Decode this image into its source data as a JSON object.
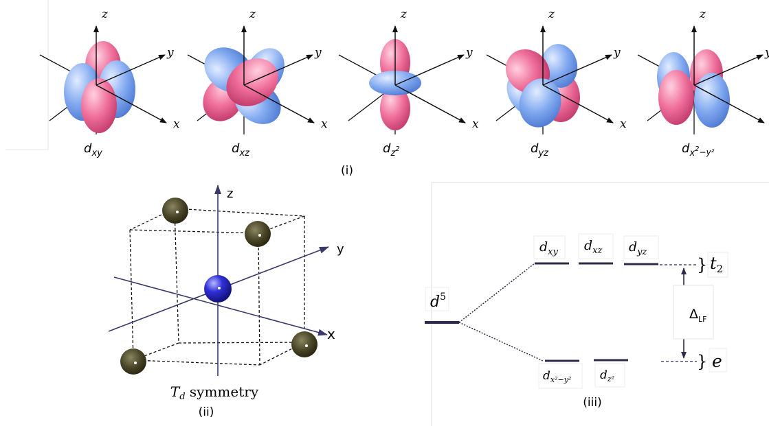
{
  "panel_i": {
    "label": "(i)",
    "axis_labels": {
      "x": "x",
      "y": "y",
      "z": "z"
    },
    "orbitals": [
      {
        "id": "dxy",
        "base": "d",
        "sub": "xy",
        "sup": "",
        "sub2": ""
      },
      {
        "id": "dxz",
        "base": "d",
        "sub": "xz",
        "sup": "",
        "sub2": ""
      },
      {
        "id": "dz2",
        "base": "d",
        "sub": "z",
        "sup": "2",
        "sub2": ""
      },
      {
        "id": "dyz",
        "base": "d",
        "sub": "yz",
        "sup": "",
        "sub2": ""
      },
      {
        "id": "dx2y2",
        "base": "d",
        "sub": "x",
        "sup": "2",
        "sub2": "−y²"
      }
    ],
    "colors": {
      "positive_lobe": "#e8628f",
      "negative_lobe": "#7aa6ee"
    }
  },
  "panel_ii": {
    "label": "(ii)",
    "caption_main": "T",
    "caption_sub": "d",
    "caption_rest": " symmetry",
    "axis_labels": {
      "x": "x",
      "y": "y",
      "z": "z"
    },
    "colors": {
      "central_atom": "#2a2ad0",
      "ligand": "#4a4628",
      "axis": "#3a3a6a"
    }
  },
  "panel_iii": {
    "label": "(iii)",
    "free_ion": {
      "base": "d",
      "sup": "5"
    },
    "upper_set": {
      "name": "t",
      "sub": "2",
      "orbitals": [
        {
          "base": "d",
          "sub": "xy"
        },
        {
          "base": "d",
          "sub": "xz"
        },
        {
          "base": "d",
          "sub": "yz"
        }
      ]
    },
    "lower_set": {
      "name": "e",
      "orbitals": [
        {
          "base": "d",
          "sub": "x²−y²"
        },
        {
          "base": "d",
          "sub": "z²"
        }
      ]
    },
    "splitting": {
      "symbol": "Δ",
      "sub": "LF"
    },
    "colors": {
      "level": "#2e2a4a"
    }
  }
}
